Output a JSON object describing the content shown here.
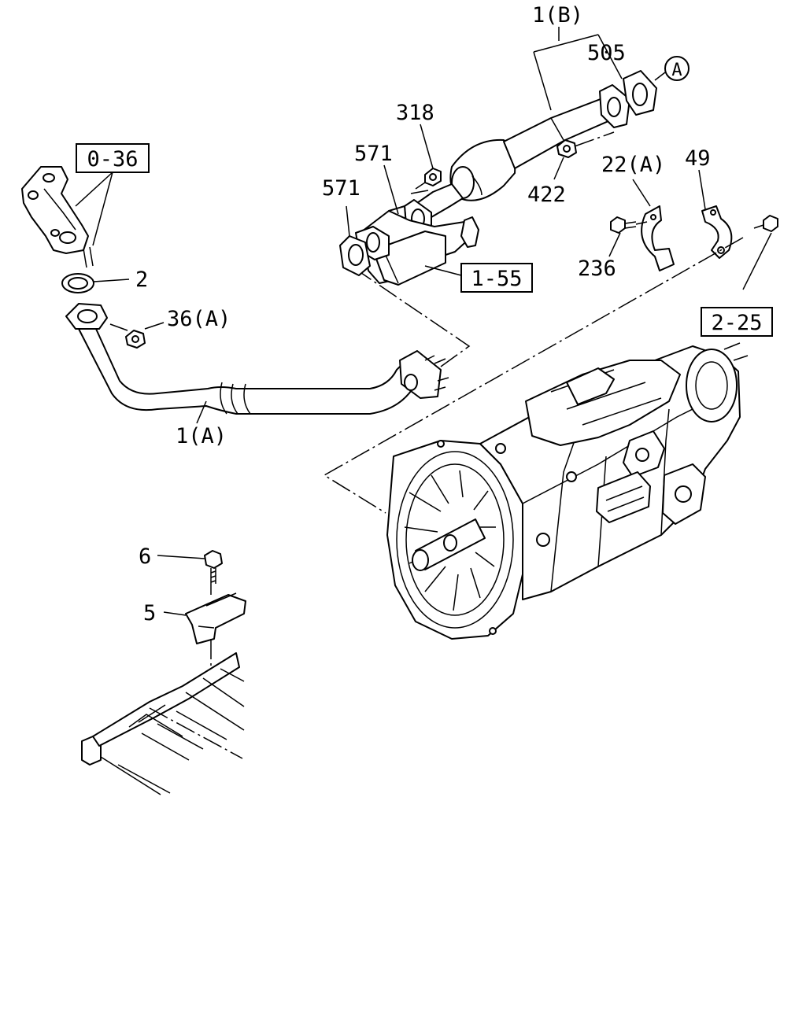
{
  "callouts": {
    "part_1b": "1(B)",
    "part_505": "505",
    "part_318": "318",
    "part_571_upper": "571",
    "part_571_lower": "571",
    "part_22a": "22(A)",
    "part_49": "49",
    "part_422": "422",
    "part_236": "236",
    "part_2": "2",
    "part_36a": "36(A)",
    "part_1a": "1(A)",
    "part_6": "6",
    "part_5": "5"
  },
  "refs": {
    "ref_0_36": "0-36",
    "ref_1_55": "1-55",
    "ref_2_25": "2-25",
    "circle_a": "A"
  }
}
